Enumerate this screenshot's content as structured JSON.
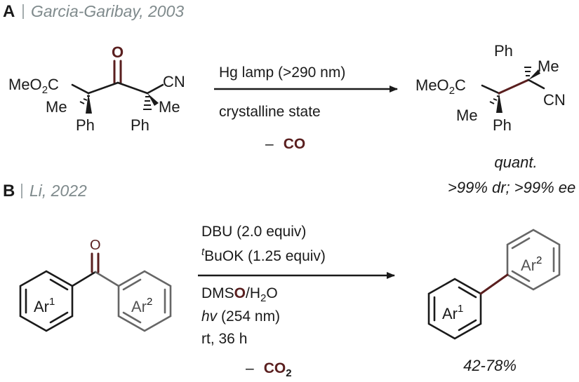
{
  "colors": {
    "ink": "#1a1a1a",
    "accent": "#5a1f1f",
    "header_grey": "#7f8a8c",
    "ring_grey": "#666666"
  },
  "panel_a": {
    "letter": "A",
    "citation": "Garcia-Garibay, 2003",
    "reactant": {
      "oxygen": "O",
      "ester": "MeO",
      "ester_sub": "2",
      "ester_c": "C",
      "me_left": "Me",
      "ph_left": "Ph",
      "ph_right": "Ph",
      "me_right": "Me",
      "cn": "CN"
    },
    "conditions": {
      "line1": "Hg lamp (>290 nm)",
      "line2": "crystalline state",
      "minus": "–",
      "loss": "CO"
    },
    "product": {
      "ph_top": "Ph",
      "me_top": "Me",
      "ester": "MeO",
      "ester_sub": "2",
      "ester_c": "C",
      "cn": "CN",
      "me_bottom": "Me",
      "ph_bottom": "Ph"
    },
    "result": {
      "yield": "quant.",
      "selectivity": ">99% dr; >99% ee"
    }
  },
  "panel_b": {
    "letter": "B",
    "citation": "Li, 2022",
    "reactant": {
      "oxygen": "O",
      "ar1": "Ar",
      "ar1_sup": "1",
      "ar2": "Ar",
      "ar2_sup": "2"
    },
    "conditions": {
      "line1": "DBU (2.0 equiv)",
      "line2_sup": "t",
      "line2": "BuOK (1.25 equiv)",
      "line3_a": "DMS",
      "line3_o": "O",
      "line3_b": "/H",
      "line3_sub": "2",
      "line3_c": "O",
      "line4_a": "hv",
      "line4_b": " (254 nm)",
      "line5": "rt, 36 h",
      "minus": "–",
      "loss": "CO",
      "loss_sub": "2"
    },
    "product": {
      "ar1": "Ar",
      "ar1_sup": "1",
      "ar2": "Ar",
      "ar2_sup": "2"
    },
    "result": {
      "yield": "42-78%"
    }
  }
}
